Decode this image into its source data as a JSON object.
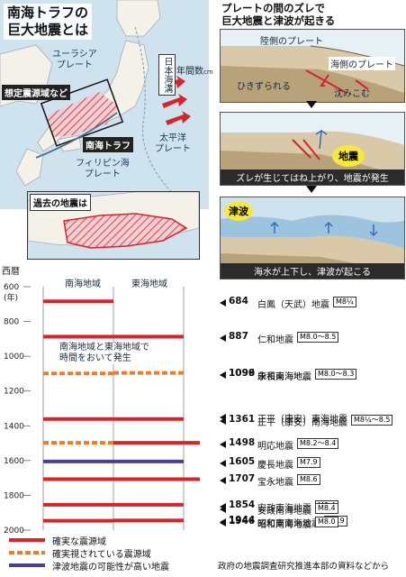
{
  "title": [
    "南海トラフの",
    "巨大地震とは"
  ],
  "map": {
    "eurasia_plate": "ユーラシア\nプレート",
    "japan_trench": "日本海溝",
    "annual_shift": "年間数",
    "annual_unit": "cm",
    "assumed_source_area": "想定震源域など",
    "nankai_trough": "南海トラフ",
    "pacific_plate": "太平洋\nプレート",
    "philippine_plate": "フィリピン海\nプレート",
    "past_quakes": "過去の地震は"
  },
  "mechanism": {
    "heading": [
      "プレートの間のズレで",
      "巨大地震と津波が起きる"
    ],
    "land_plate": "陸側のプレート",
    "sea_plate": "海側のプレート",
    "dragged": "ひきずられる",
    "sinks": "沈みこむ",
    "earthquake_badge": "地震",
    "step2_caption": "ズレが生じてはね上がり、地震が発生",
    "tsunami_badge": "津波",
    "step3_caption": "海水が上下し、津波が起こる"
  },
  "timeline": {
    "axis_title": "西暦",
    "axis_ticks": [
      "600",
      "(年)",
      "800",
      "1000",
      "1200",
      "1400",
      "1600",
      "1800",
      "2000"
    ],
    "region_nankai": "南海地域",
    "region_tokai": "東海地域",
    "note": [
      "南海地域と東海地域で",
      "時間をおいて発生"
    ],
    "events": [
      {
        "year": "684",
        "name": "白鳳（天武）地震",
        "mag": "M8¼",
        "extra": "(年)"
      },
      {
        "year": "887",
        "name": "仁和地震",
        "mag": "M8.0～8.5"
      },
      {
        "year": "1096",
        "name": "永長東海地震",
        "mag": "M8.0～8.5"
      },
      {
        "year": "1099",
        "name": "康和南海地震",
        "mag": "M8.0～8.3"
      },
      {
        "year": "",
        "name": "正平（康安）東海地震",
        "mag": ""
      },
      {
        "year": "1361",
        "name": "正平（康安）南海地震",
        "mag": "M8¼～8.5"
      },
      {
        "year": "1498",
        "name": "明応地震",
        "mag": "M8.2～8.4"
      },
      {
        "year": "1605",
        "name": "慶長地震",
        "mag": "M7.9"
      },
      {
        "year": "1707",
        "name": "宝永地震",
        "mag": "M8.6"
      },
      {
        "year": "1854",
        "name": "安政東海地震",
        "mag": "M8.4"
      },
      {
        "year": "",
        "name": "安政南海地震",
        "mag": "M8.4"
      },
      {
        "year": "1944",
        "name": "昭和東南海地震",
        "mag": "M7.9"
      },
      {
        "year": "1946",
        "name": "昭和南海地震",
        "mag": "M8.0"
      }
    ]
  },
  "legend": {
    "confirmed": "確実な震源域",
    "likely": "確実視されている震源域",
    "tsunami_quake": "津波地震の可能性が高い地震",
    "source": "政府の地震調査研究推進本部の資料などから"
  },
  "colors": {
    "confirmed": "#d9232a",
    "likely": "#ee7d2a",
    "tsunami": "#4b3e98",
    "sea": "#cfe3ef",
    "land": "#f5f2ea",
    "arrow_red": "#d9232a",
    "badge_yellow": "#f7e93a"
  }
}
